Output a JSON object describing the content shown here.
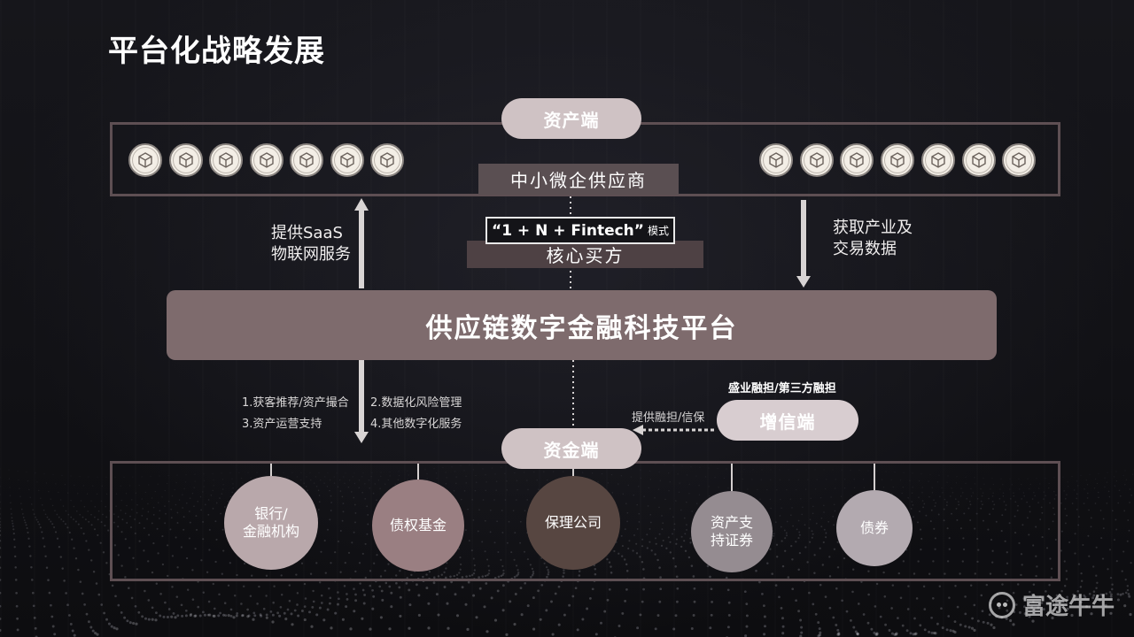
{
  "title": "平台化战略发展",
  "asset_side": {
    "label": "资产端",
    "sme_label": "中小微企供应商",
    "icon_count_left": 7,
    "icon_count_right": 7,
    "icon_name": "package-box-icon"
  },
  "model": {
    "main": "“1 + N + Fintech”",
    "suffix": "模式",
    "core_buyer": "核心买方"
  },
  "left_flow": {
    "line1": "提供SaaS",
    "line2": "物联网服务"
  },
  "right_flow": {
    "line1": "获取产业及",
    "line2": "交易数据"
  },
  "platform_label": "供应链数字金融科技平台",
  "services": [
    "1.获客推荐/资产撮合",
    "2.数据化风险管理",
    "3.资产运营支持",
    "4.其他数字化服务"
  ],
  "credit": {
    "header": "盛业融担/第三方融担",
    "label": "增信端",
    "arrow_label": "提供融担/信保"
  },
  "funding_side": {
    "label": "资金端",
    "entities": [
      {
        "line1": "银行/",
        "line2": "金融机构",
        "color": "#b9a8ab"
      },
      {
        "line1": "债权基金",
        "line2": "",
        "color": "#9a7f82"
      },
      {
        "line1": "保理公司",
        "line2": "",
        "color": "#574641"
      },
      {
        "line1": "资产支",
        "line2": "持证券",
        "color": "#958c91"
      },
      {
        "line1": "债券",
        "line2": "",
        "color": "#b3aab0"
      }
    ]
  },
  "watermark": "富途牛牛",
  "colors": {
    "frame": "#5e4f53",
    "platform": "#7e6b6d",
    "pill": "#cfc2c4",
    "sme_bar": "#5a4f52",
    "core_bar": "#4e4144"
  }
}
